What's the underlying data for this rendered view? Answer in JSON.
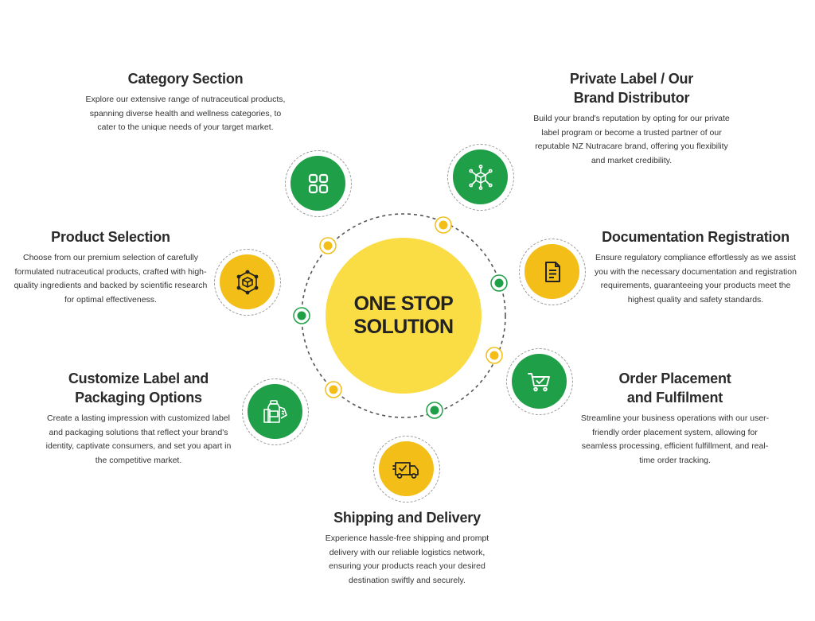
{
  "hub": {
    "line1": "ONE STOP",
    "line2": "SOLUTION"
  },
  "colors": {
    "green": "#1fa048",
    "yellow": "#f2be17",
    "hub": "#fadc45",
    "dashed": "#555555"
  },
  "blocks": {
    "category": {
      "title": "Category Section",
      "desc": "Explore our extensive range of nutraceutical products, spanning diverse health and wellness categories, to cater to the unique needs of your target market."
    },
    "private_label": {
      "title": "Private Label / Our Brand Distributor",
      "desc": "Build your brand's reputation by opting for our private label program or become a trusted partner of our reputable NZ Nutracare brand, offering you flexibility and market credibility."
    },
    "product_selection": {
      "title": "Product Selection",
      "desc": "Choose from our premium selection of carefully formulated nutraceutical products, crafted with high-quality ingredients and backed by scientific research for optimal effectiveness."
    },
    "documentation": {
      "title": "Documentation Registration",
      "desc": "Ensure regulatory compliance effortlessly as we assist you with the necessary documentation and registration requirements, guaranteeing your products meet the highest quality and safety standards."
    },
    "customize": {
      "title": "Customize Label and Packaging Options",
      "desc": "Create a lasting impression with customized label and packaging solutions that reflect your brand's identity, captivate consumers, and set you apart in the competitive market."
    },
    "order": {
      "title": "Order Placement and Fulfilment",
      "desc": "Streamline your business operations with our user-friendly order placement system, allowing for seamless processing, efficient fulfillment, and real-time order tracking."
    },
    "shipping": {
      "title": "Shipping and Delivery",
      "desc": "Experience hassle-free shipping and prompt delivery with our reliable logistics network, ensuring your products reach your desired destination swiftly and securely."
    }
  },
  "icons": {
    "category": "grid-icon",
    "private_label": "network-box-icon",
    "product_selection": "hexagon-box-icon",
    "documentation": "document-icon",
    "customize": "packaging-icon",
    "order": "shopping-cart-icon",
    "shipping": "delivery-truck-icon"
  }
}
